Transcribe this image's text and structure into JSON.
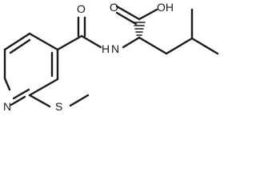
{
  "molecule": {
    "atom_labels": {
      "carboxyl_oxygen": "O",
      "hydroxyl": "OH",
      "amide_oxygen": "O",
      "amide_nitrogen_hydrogen": "H",
      "amide_nitrogen": "N",
      "pyridine_nitrogen": "N",
      "sulfur": "S"
    }
  },
  "colors": {
    "bond": "#1a1a1a",
    "label": "#1a1a1a",
    "background": "#ffffff"
  }
}
